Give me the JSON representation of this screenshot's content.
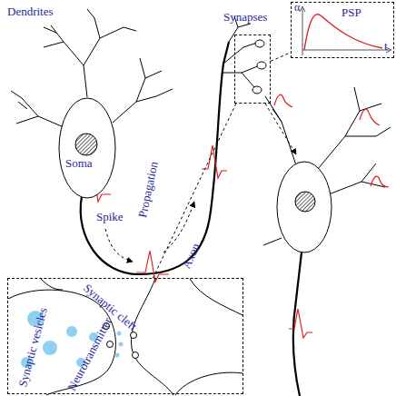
{
  "diagram": {
    "nodes": [
      {
        "text": [
          "Soma"
        ]
      },
      {
        "text": [
          "Synapses"
        ]
      },
      {
        "text": [
          "α",
          "PSP",
          "t"
        ]
      },
      {
        "text": [
          "Synaptic vesicles",
          "Synaptic cleft",
          "Neurotransmitter"
        ]
      }
    ],
    "edges": [
      {
        "from": 1,
        "to": 2,
        "arrow": "none"
      },
      {
        "from": 1,
        "to": 3,
        "arrow": "none"
      }
    ],
    "labels": [
      "Dendrites",
      "Spike",
      "Propagation",
      "Axon"
    ]
  }
}
